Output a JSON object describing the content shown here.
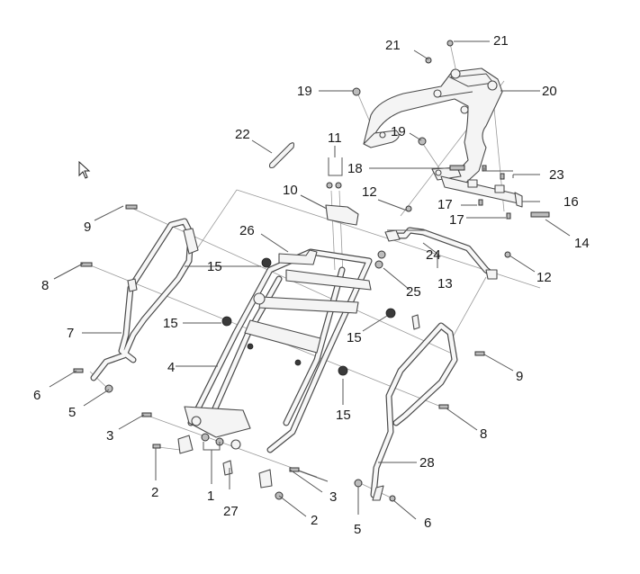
{
  "diagram": {
    "type": "exploded-parts-view",
    "callouts": [
      {
        "id": "c1",
        "label": "1"
      },
      {
        "id": "c2a",
        "label": "2"
      },
      {
        "id": "c2b",
        "label": "2"
      },
      {
        "id": "c3a",
        "label": "3"
      },
      {
        "id": "c3b",
        "label": "3"
      },
      {
        "id": "c4",
        "label": "4"
      },
      {
        "id": "c5a",
        "label": "5"
      },
      {
        "id": "c5b",
        "label": "5"
      },
      {
        "id": "c6a",
        "label": "6"
      },
      {
        "id": "c6b",
        "label": "6"
      },
      {
        "id": "c7",
        "label": "7"
      },
      {
        "id": "c8a",
        "label": "8"
      },
      {
        "id": "c8b",
        "label": "8"
      },
      {
        "id": "c9a",
        "label": "9"
      },
      {
        "id": "c9b",
        "label": "9"
      },
      {
        "id": "c10",
        "label": "10"
      },
      {
        "id": "c11",
        "label": "11"
      },
      {
        "id": "c12a",
        "label": "12"
      },
      {
        "id": "c12b",
        "label": "12"
      },
      {
        "id": "c13",
        "label": "13"
      },
      {
        "id": "c14",
        "label": "14"
      },
      {
        "id": "c15a",
        "label": "15"
      },
      {
        "id": "c15b",
        "label": "15"
      },
      {
        "id": "c15c",
        "label": "15"
      },
      {
        "id": "c15d",
        "label": "15"
      },
      {
        "id": "c16",
        "label": "16"
      },
      {
        "id": "c17a",
        "label": "17"
      },
      {
        "id": "c17b",
        "label": "17"
      },
      {
        "id": "c18",
        "label": "18"
      },
      {
        "id": "c19a",
        "label": "19"
      },
      {
        "id": "c19b",
        "label": "19"
      },
      {
        "id": "c20",
        "label": "20"
      },
      {
        "id": "c21a",
        "label": "21"
      },
      {
        "id": "c21b",
        "label": "21"
      },
      {
        "id": "c22",
        "label": "22"
      },
      {
        "id": "c23",
        "label": "23"
      },
      {
        "id": "c24",
        "label": "24"
      },
      {
        "id": "c25",
        "label": "25"
      },
      {
        "id": "c26",
        "label": "26"
      },
      {
        "id": "c27",
        "label": "27"
      },
      {
        "id": "c28",
        "label": "28"
      }
    ],
    "colors": {
      "background": "#ffffff",
      "line": "#4a4a4a",
      "text": "#1a1a1a"
    }
  },
  "cursor": {
    "icon": "arrow-pointer-icon"
  }
}
